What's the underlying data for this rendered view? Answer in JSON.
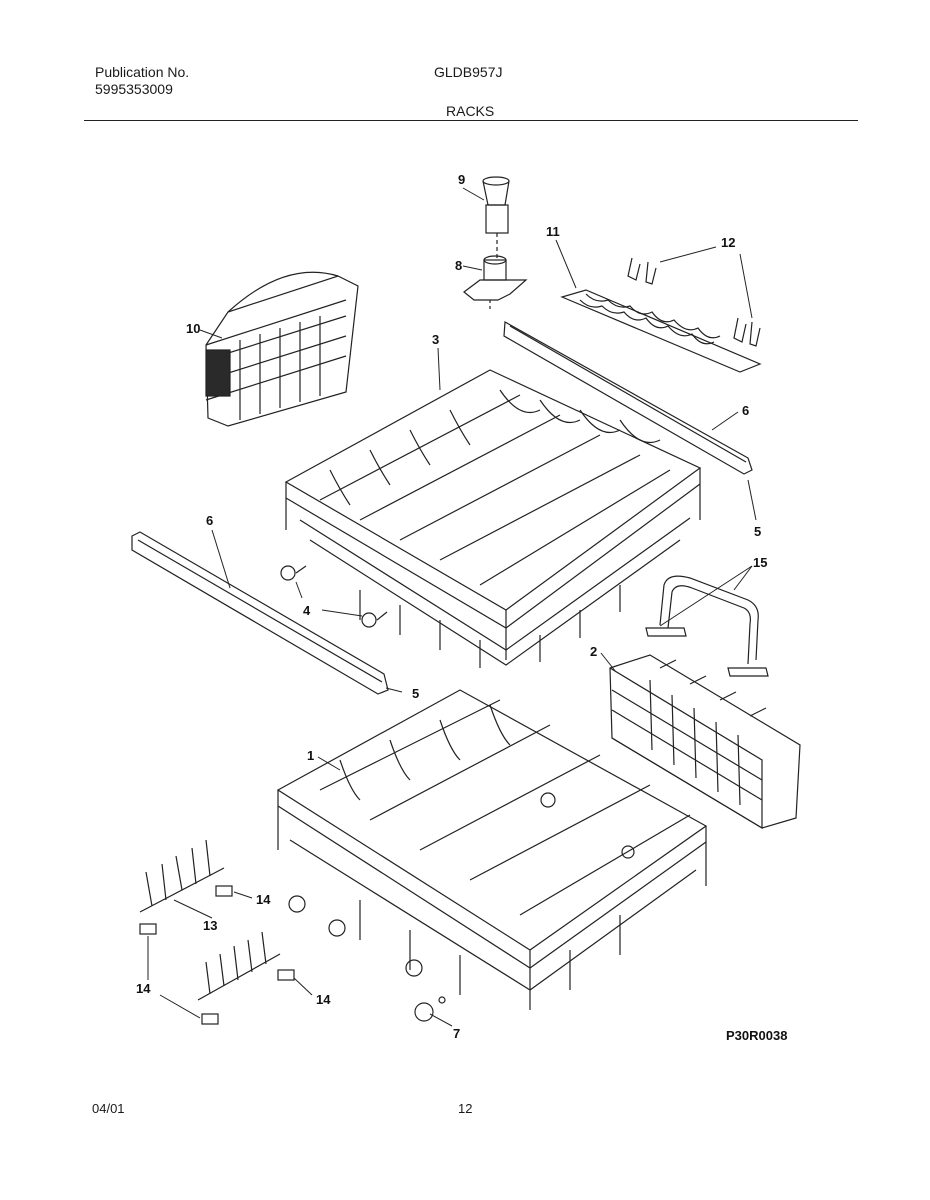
{
  "header": {
    "publication_label": "Publication No.",
    "publication_number": "5995353009",
    "model": "GLDB957J",
    "section": "RACKS"
  },
  "diagram": {
    "code": "P30R0038",
    "callouts": [
      "1",
      "2",
      "3",
      "4",
      "5",
      "5",
      "6",
      "6",
      "7",
      "8",
      "9",
      "10",
      "11",
      "12",
      "13",
      "14",
      "14",
      "14",
      "15"
    ]
  },
  "footer": {
    "date": "04/01",
    "page": "12"
  }
}
